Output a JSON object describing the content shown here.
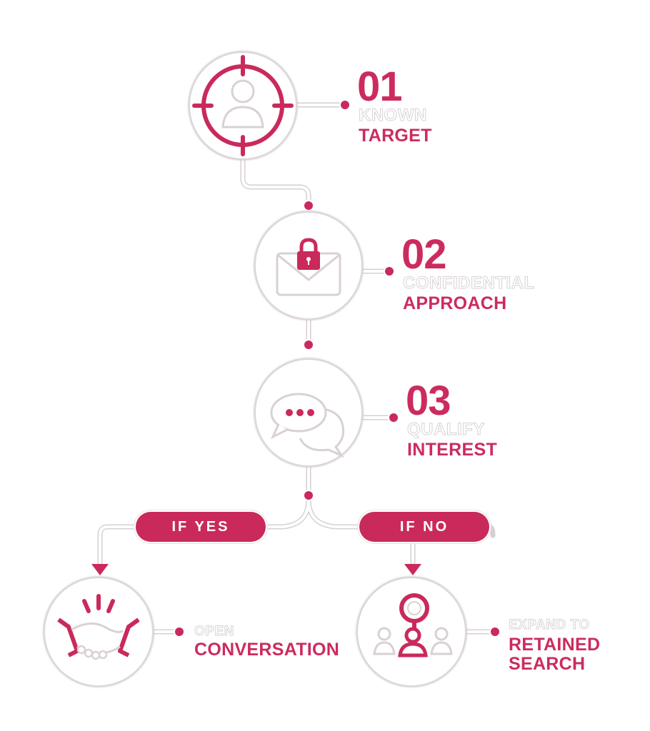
{
  "colors": {
    "accent": "#cc2b5e",
    "outline": "#d9d3d6"
  },
  "steps": [
    {
      "number": "01",
      "line1": "KNOWN",
      "line2": "TARGET",
      "icon": "target-person-icon"
    },
    {
      "number": "02",
      "line1": "CONFIDENTIAL",
      "line2": "APPROACH",
      "icon": "locked-envelope-icon"
    },
    {
      "number": "03",
      "line1": "QUALIFY",
      "line2": "INTEREST",
      "icon": "chat-bubbles-icon"
    }
  ],
  "branches": {
    "yes": {
      "label": "IF YES",
      "line1": "OPEN",
      "line2": "CONVERSATION",
      "icon": "handshake-icon"
    },
    "no": {
      "label": "IF NO",
      "line1": "EXPAND TO",
      "line2": "RETAINED",
      "line3": "SEARCH",
      "icon": "search-people-icon"
    }
  }
}
